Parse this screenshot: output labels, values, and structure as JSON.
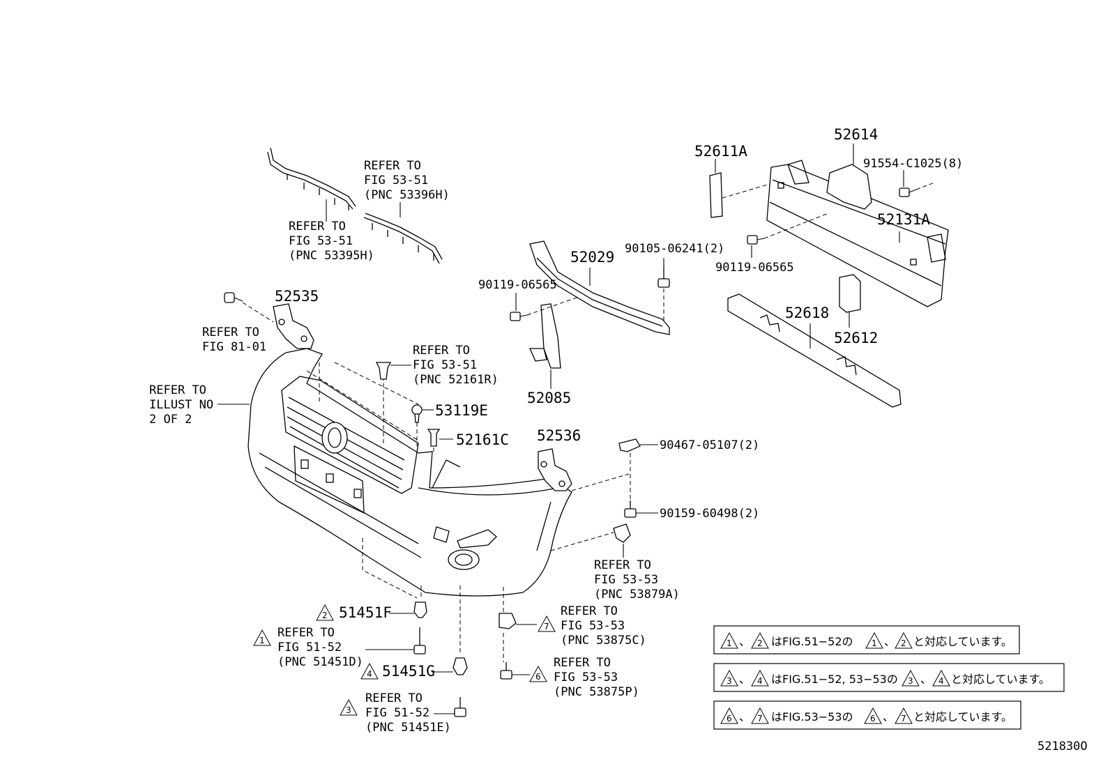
{
  "labels": {
    "p52611A": "52611A",
    "p52614": "52614",
    "p91554": "91554-C1025(8)",
    "p52131A": "52131A",
    "p90119_right": "90119-06565",
    "p52618": "52618",
    "p52612": "52612",
    "p52029": "52029",
    "p90105": "90105-06241(2)",
    "p90119_mid": "90119-06565",
    "p52085": "52085",
    "p52535": "52535",
    "p53119E": "53119E",
    "p52161C": "52161C",
    "p52536": "52536",
    "p90467": "90467-05107(2)",
    "p90159": "90159-60498(2)",
    "p51451F": "51451F",
    "p51451G": "51451G",
    "code": "521830O"
  },
  "refers": {
    "top_right": [
      "REFER TO",
      "FIG 53-51",
      "(PNC 53396H)"
    ],
    "top_left": [
      "REFER TO",
      "FIG 53-51",
      "(PNC 53395H)"
    ],
    "fig81": [
      "REFER TO",
      "FIG 81-01"
    ],
    "illust": [
      "REFER TO",
      "ILLUST NO",
      "2 OF 2"
    ],
    "pnc52161R": [
      "REFER TO",
      "FIG 53-51",
      "(PNC 52161R)"
    ],
    "pnc53879A": [
      "REFER TO",
      "FIG 53-53",
      "(PNC 53879A)"
    ],
    "pnc53875C": [
      "REFER TO",
      "FIG 53-53",
      "(PNC 53875C)"
    ],
    "pnc53875P": [
      "REFER TO",
      "FIG 53-53",
      "(PNC 53875P)"
    ],
    "pnc51451D": [
      "REFER TO",
      "FIG 51-52",
      "(PNC 51451D)"
    ],
    "pnc51451E": [
      "REFER TO",
      "FIG 51-52",
      "(PNC 51451E)"
    ]
  },
  "markers": {
    "m1": "1",
    "m2": "2",
    "m3": "3",
    "m4": "4",
    "m6": "6",
    "m7": "7"
  },
  "notes": {
    "note1": {
      "a": "1",
      "b": "2",
      "text1": "はFIG.51−52の",
      "c": "1",
      "d": "2",
      "text2": "と対応しています。",
      "sep": "、"
    },
    "note2": {
      "a": "3",
      "b": "4",
      "text1": "はFIG.51−52, 53−53の",
      "c": "3",
      "d": "4",
      "text2": "と対応しています。",
      "sep": "、"
    },
    "note3": {
      "a": "6",
      "b": "7",
      "text1": "はFIG.53−53の",
      "c": "6",
      "d": "7",
      "text2": "と対応しています。",
      "sep": "、"
    }
  }
}
